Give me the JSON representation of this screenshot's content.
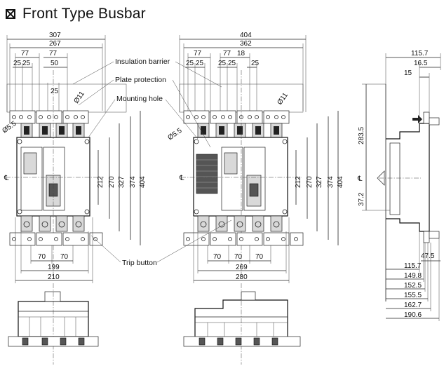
{
  "title": "Front Type Busbar",
  "labels": {
    "insulation_barrier": "Insulation barrier",
    "plate_protection": "Plate protection",
    "mounting_hole": "Mounting hole",
    "trip_button": "Trip button"
  },
  "left_view": {
    "top_dims": [
      "307",
      "267",
      "77",
      "77",
      "25",
      "25",
      "50",
      "25"
    ],
    "hole_dims": [
      "Ø11",
      "Ø5.5"
    ],
    "right_dims": [
      "212",
      "270",
      "327",
      "374",
      "404"
    ],
    "bottom_dims": [
      "70",
      "70",
      "199",
      "210"
    ]
  },
  "mid_view": {
    "top_dims": [
      "404",
      "362",
      "77",
      "77",
      "18",
      "25",
      "25",
      "25",
      "25",
      "25"
    ],
    "hole_dims": [
      "Ø11",
      "Ø5.5"
    ],
    "right_dims": [
      "212",
      "270",
      "327",
      "374",
      "404"
    ],
    "bottom_dims": [
      "70",
      "70",
      "70",
      "269",
      "280"
    ]
  },
  "side_view": {
    "top_dims": [
      "115.7",
      "16.5",
      "15"
    ],
    "left_dims": [
      "283.5",
      "37.2"
    ],
    "right_dims": [
      "47.5"
    ],
    "bottom_dims": [
      "115.7",
      "149.8",
      "152.5",
      "155.5",
      "162.7",
      "190.6"
    ]
  },
  "colors": {
    "line": "#222222",
    "fill": "#d9d9d9",
    "background": "#ffffff"
  }
}
